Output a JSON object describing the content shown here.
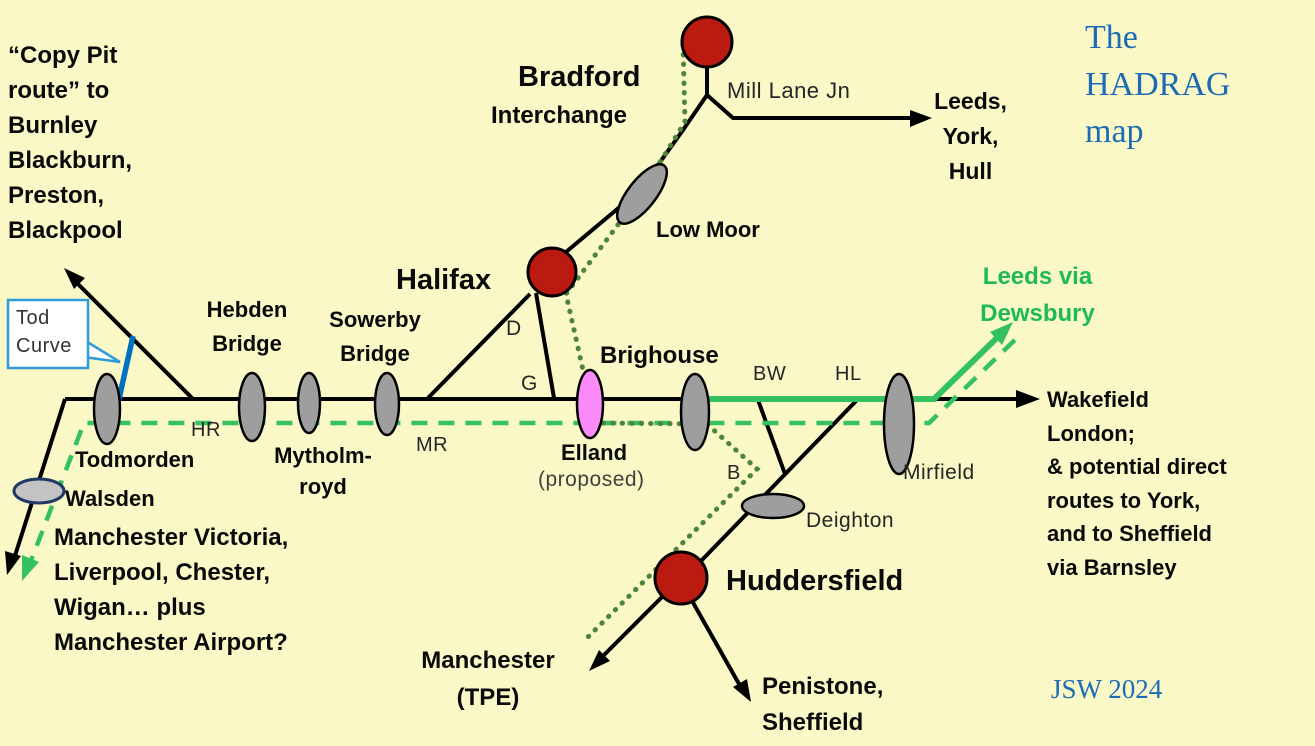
{
  "title": {
    "text": "The\nHADRAG\nmap"
  },
  "credit": "JSW 2024",
  "callout": {
    "tod_curve": "Tod\nCurve"
  },
  "notes": {
    "copy_pit": "“Copy Pit\nroute” to\nBurnley\nBlackburn,\nPreston,\nBlackpool",
    "manchester_victoria": "Manchester Victoria,\nLiverpool, Chester,\nWigan… plus\nManchester Airport?",
    "wakefield": "Wakefield\nLondon;\n& potential direct\nroutes to York,\nand to Sheffield\nvia Barnsley"
  },
  "destinations": {
    "leeds_york_hull": "Leeds,\nYork,\nHull",
    "leeds_via_dewsbury": "Leeds via\nDewsbury",
    "manchester_tpe": "Manchester\n(TPE)",
    "penistone_sheffield": "Penistone,\nSheffield"
  },
  "stations": {
    "bradford": "Bradford",
    "bradford_sub": "Interchange",
    "halifax": "Halifax",
    "huddersfield": "Huddersfield",
    "low_moor": "Low Moor",
    "hebden_bridge": "Hebden\nBridge",
    "sowerby_bridge": "Sowerby\nBridge",
    "mytholmroyd": "Mytholm-\nroyd",
    "todmorden": "Todmorden",
    "walsden": "Walsden",
    "brighouse": "Brighouse",
    "elland": "Elland",
    "elland_sub": "(proposed)",
    "mirfield": "Mirfield",
    "deighton": "Deighton"
  },
  "junctions": {
    "mill_lane": "Mill Lane Jn",
    "hr": "HR",
    "mr": "MR",
    "d": "D",
    "g": "G",
    "b": "B",
    "bw": "BW",
    "hl": "HL"
  },
  "colors": {
    "background": "#FAF8C6",
    "rail_black": "#000000",
    "route_green": "#33C161",
    "route_olive_dotted": "#4E8539",
    "station_red": "#BB1A10",
    "station_gray": "#9E9E9E",
    "elland_pink": "#FA8BF8",
    "tod_curve_blue": "#0070C0",
    "callout_border_blue": "#2E9BDA",
    "title_blue": "#1C6BB5"
  }
}
